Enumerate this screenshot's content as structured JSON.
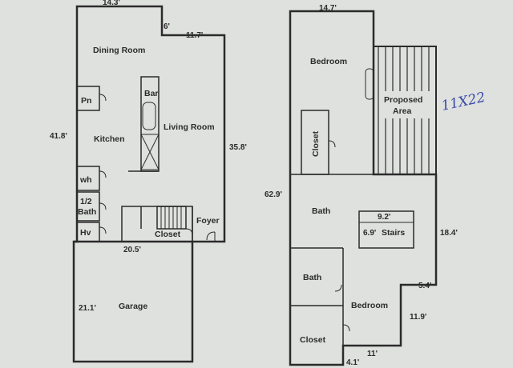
{
  "left_plan": {
    "top_width": "14.3'",
    "notch_depth": "6'",
    "right_top": "11.7'",
    "left_height": "41.8'",
    "right_height": "35.8'",
    "garage_width": "20.5'",
    "garage_depth": "21.1'",
    "rooms": {
      "dining": "Dining Room",
      "living": "Living Room",
      "kitchen": "Kitchen",
      "bar": "Bar",
      "pantry": "Pn",
      "water_heater": "wh",
      "half_bath_1": "1/2",
      "half_bath_2": "Bath",
      "hvac": "Hv",
      "closet": "Closet",
      "foyer": "Foyer",
      "garage": "Garage"
    }
  },
  "right_plan": {
    "top_width": "14.7'",
    "left_height": "62.9'",
    "stairs_width": "9.2'",
    "stairs_depth": "6.9'",
    "right_height": "18.4'",
    "step_1": "5.4'",
    "bedroom2_depth": "11.9'",
    "bottom_right": "11'",
    "bottom_left": "4.1'",
    "rooms": {
      "bedroom_top": "Bedroom",
      "closet_top": "Closet",
      "proposed_1": "Proposed",
      "proposed_2": "Area",
      "bath_upper": "Bath",
      "stairs": "Stairs",
      "bath_lower": "Bath",
      "bedroom_lower": "Bedroom",
      "closet_lower": "Closet"
    },
    "handwritten_note": "11X22"
  },
  "colors": {
    "paper": "#dfe1df",
    "ink": "#2b2b2b",
    "pen": "#3a4aa8"
  }
}
